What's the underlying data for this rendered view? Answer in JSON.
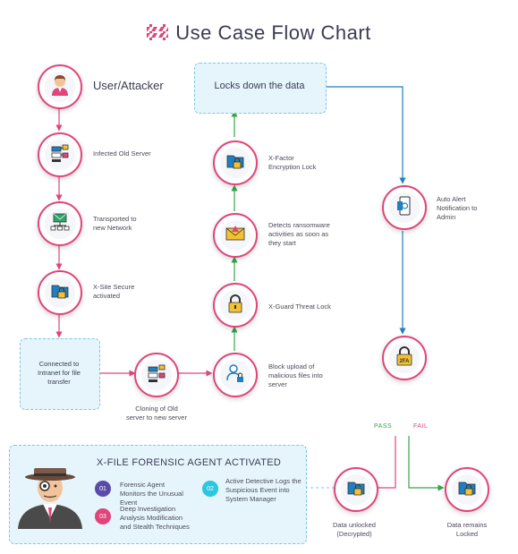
{
  "title": "Use Case Flow Chart",
  "nodes": {
    "user": "User/Attacker",
    "infected": "Infected Old Server",
    "transported": "Transported to new Network",
    "xsite": "X-Site Secure activated",
    "connected": "Connected to Intranet for file transfer",
    "cloning": "Cloning of Old server to new server",
    "block": "Block upload of malicious files into server",
    "xguard": "X-Guard Threat Lock",
    "detects": "Detects ransomware activities as soon as they start",
    "xfactor": "X-Factor Encryption Lock",
    "locks": "Locks down the data",
    "alert": "Auto Alert Notification to Admin",
    "unlocked": "Data unlocked (Decrypted)",
    "remains": "Data remains Locked"
  },
  "twofa": "2FA",
  "pass": "PASS",
  "fail": "FAIL",
  "forensic": {
    "title": "X-FILE FORENSIC AGENT ACTIVATED",
    "items": [
      {
        "num": "01",
        "text": "Forensic Agent Monitors the Unusual Event"
      },
      {
        "num": "02",
        "text": "Active Detective Logs the Suspicious Event into System Manager"
      },
      {
        "num": "03",
        "text": "Deep Investigation Analysis Modification and Stealth Techniques"
      }
    ]
  },
  "colors": {
    "pink": "#e0447a",
    "green": "#36a44a",
    "blue": "#1f7fc0",
    "badge1": "#5b4ba8",
    "badge2": "#2cc6e0",
    "badge3": "#e0447a"
  }
}
